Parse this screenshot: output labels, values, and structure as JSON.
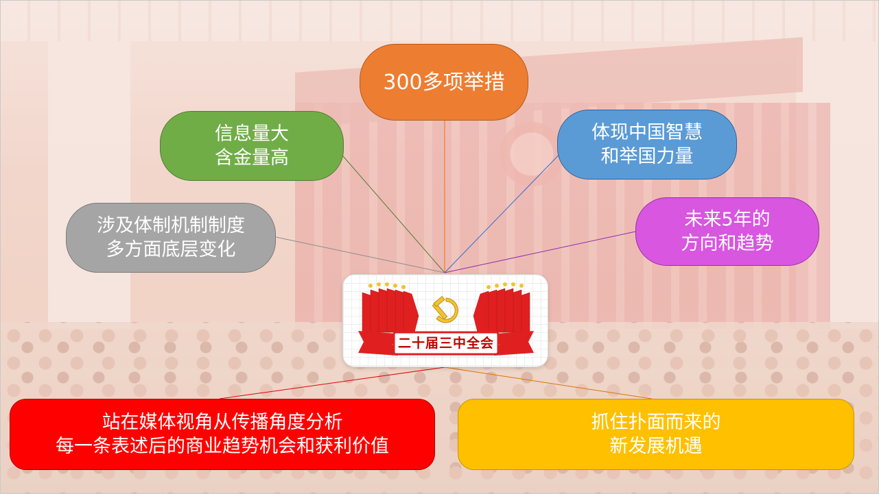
{
  "center": {
    "label": "二十届三中全会"
  },
  "nodes": {
    "top": "300多项举措",
    "green": "信息量大\n含金量高",
    "gray": "涉及体制机制制度\n多方面底层变化",
    "blue": "体现中国智慧\n和举国力量",
    "purple": "未来5年的\n方向和趋势",
    "red": "站在媒体视角从传播角度分析\n每一条表述后的商业趋势机会和获利价值",
    "yellow": "抓住扑面而来的\n新发展机遇"
  },
  "colors": {
    "top": "#ed7d31",
    "green": "#70ad47",
    "gray": "#a5a5a5",
    "blue": "#5b9bd5",
    "purple": "#d856e0",
    "red": "#ff0000",
    "yellow": "#ffc000",
    "emblem_red": "#e02020",
    "emblem_gold": "#f2c230"
  }
}
